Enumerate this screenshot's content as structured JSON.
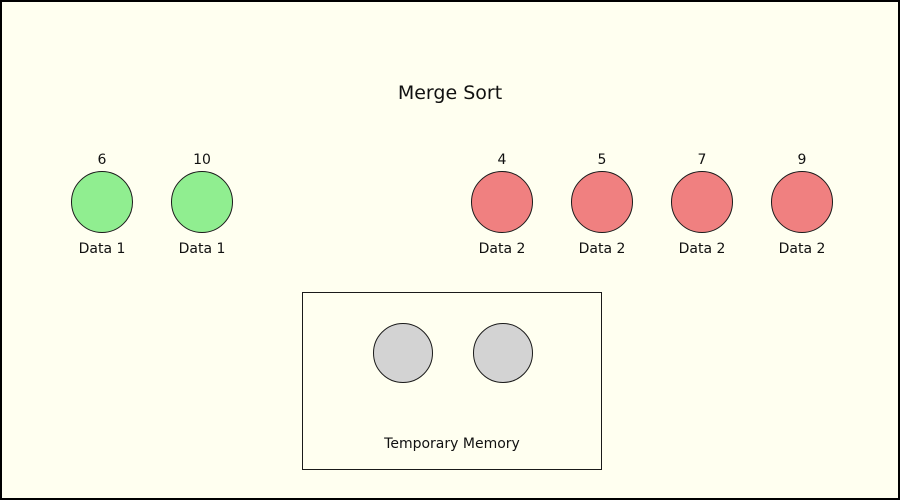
{
  "title": "Merge Sort",
  "colors": {
    "background": "#FFFFF0",
    "frame_stroke": "#000000",
    "node_stroke": "#1a1a1a",
    "data1_fill": "#90EE90",
    "data2_fill": "#F08080",
    "temp_fill": "#D3D3D3"
  },
  "data1": {
    "nodes": [
      {
        "value": "6",
        "label": "Data 1"
      },
      {
        "value": "10",
        "label": "Data 1"
      }
    ]
  },
  "data2": {
    "nodes": [
      {
        "value": "4",
        "label": "Data 2"
      },
      {
        "value": "5",
        "label": "Data 2"
      },
      {
        "value": "7",
        "label": "Data 2"
      },
      {
        "value": "9",
        "label": "Data 2"
      }
    ]
  },
  "temp_memory": {
    "label": "Temporary Memory",
    "slot_count": 2
  }
}
